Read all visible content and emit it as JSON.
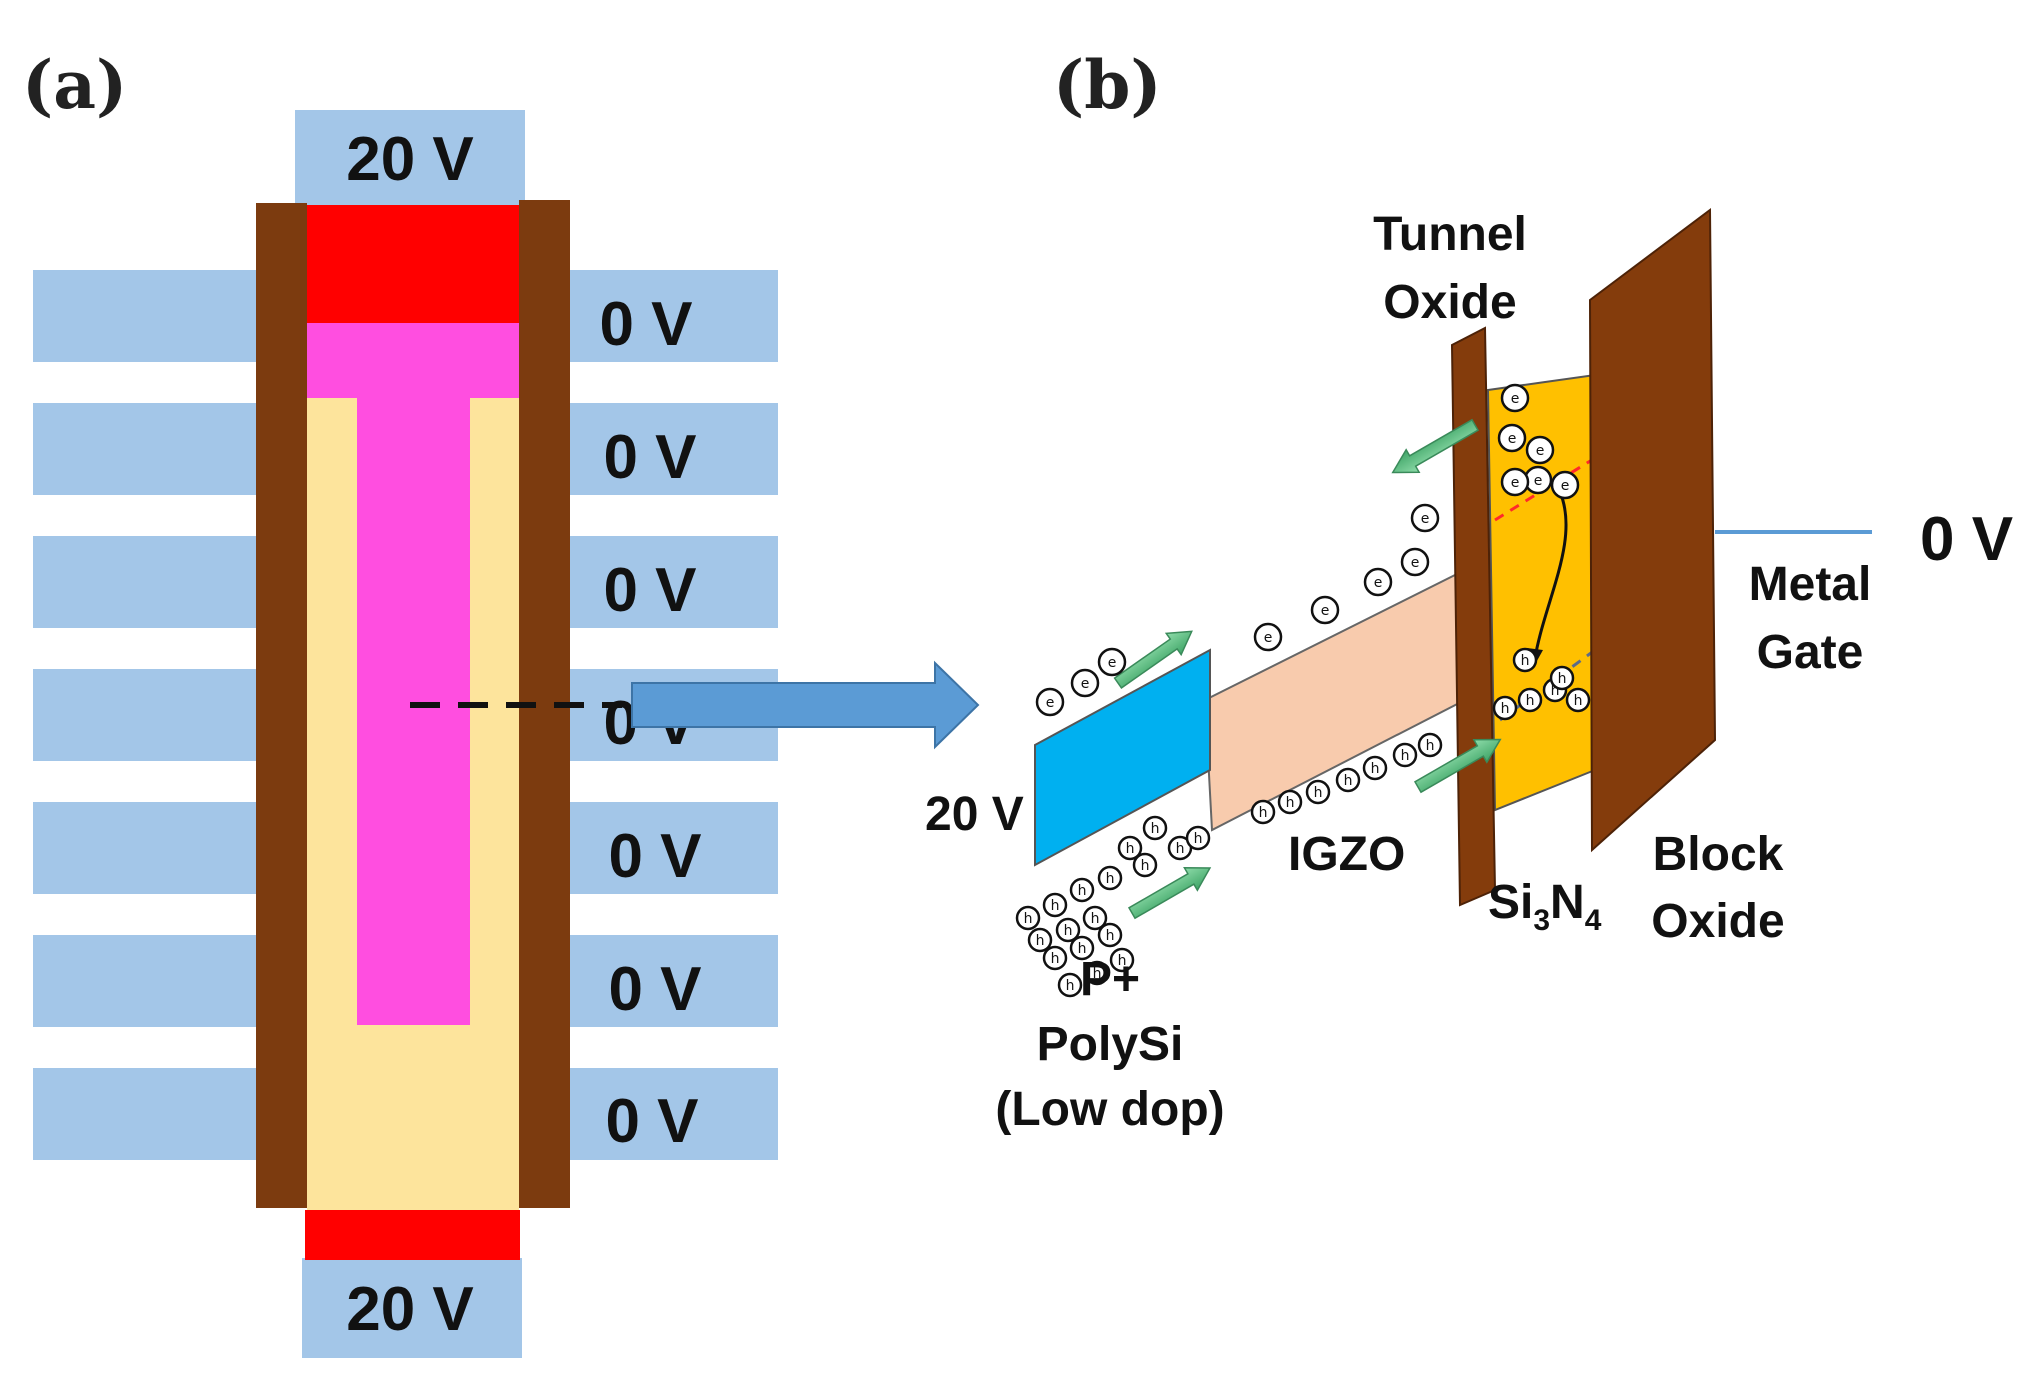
{
  "panels": {
    "a": {
      "label": "(a)"
    },
    "b": {
      "label": "(b)"
    }
  },
  "panel_a": {
    "top_voltage": "20 V",
    "bottom_voltage": "20 V",
    "wordline_voltages": [
      "0 V",
      "0 V",
      "0 V",
      "0 V",
      "0 V",
      "0 V",
      "0 V"
    ],
    "colors": {
      "wordline": "#a3c6e8",
      "liner": "#7c3b0f",
      "contact": "#ff0000",
      "core": "#ff4ee0",
      "channel": "#fde49c"
    }
  },
  "panel_b": {
    "source_voltage": "20 V",
    "gate_voltage": "0 V",
    "labels": {
      "tunnel_oxide": [
        "Tunnel",
        "Oxide"
      ],
      "metal_gate": [
        "Metal",
        "Gate"
      ],
      "igzo": "IGZO",
      "nitride": {
        "base": "Si",
        "sub1": "3",
        "mid": "N",
        "sub2": "4"
      },
      "block_oxide": [
        "Block",
        "Oxide"
      ],
      "polysi": [
        "P+",
        "PolySi",
        "(Low dop)"
      ]
    },
    "carrier_symbols": {
      "electron": "e",
      "hole": "h"
    },
    "colors": {
      "polysi": "#00b0f0",
      "igzo": "#f8cbad",
      "tunnel_oxide": "#843c0c",
      "nitride": "#ffc000",
      "block_oxide": "#843c0c",
      "flow_arrow": "#5b9bd5",
      "carrier_arrow": "#5fbf80"
    }
  }
}
